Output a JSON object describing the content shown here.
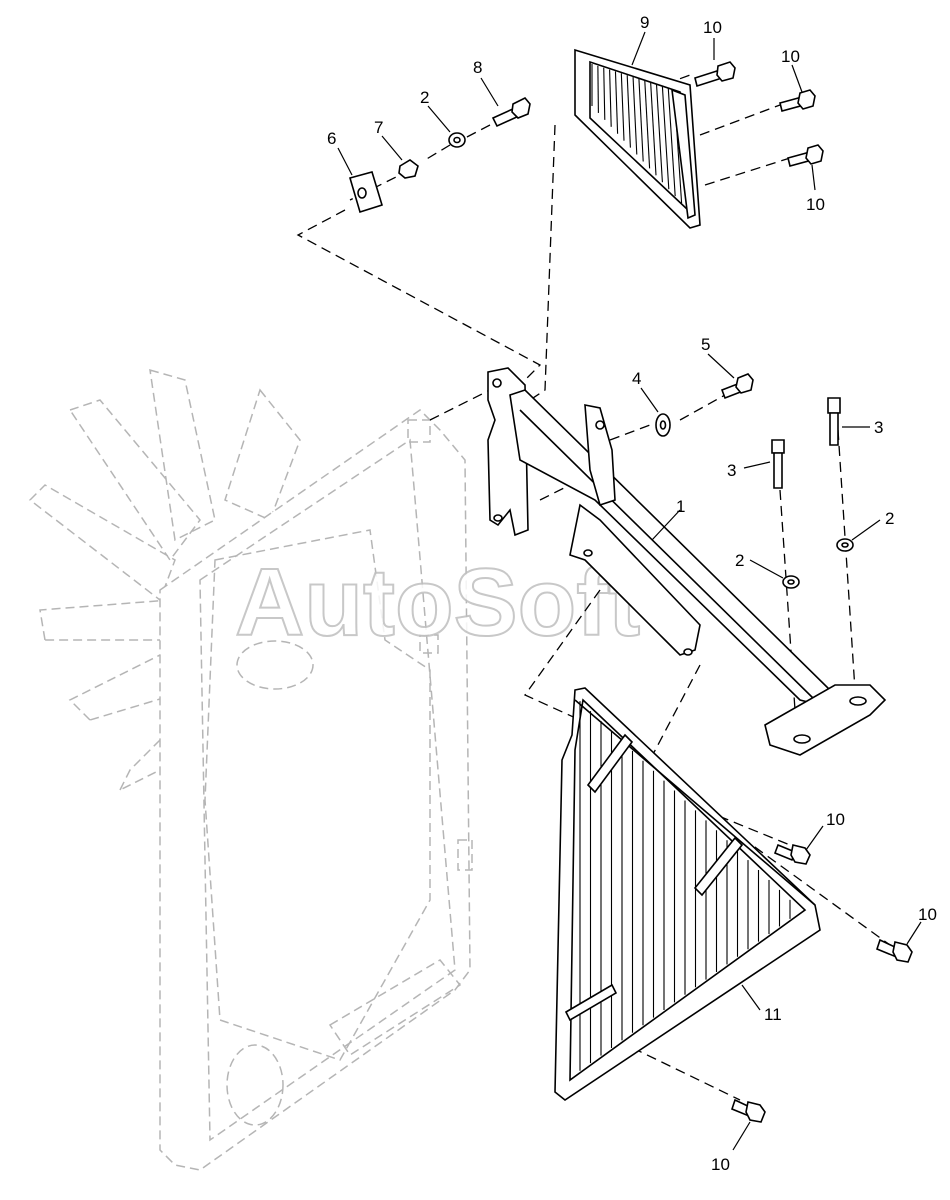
{
  "watermark": "AutoSoft",
  "callouts": [
    {
      "id": "c1",
      "label": "1"
    },
    {
      "id": "c2a",
      "label": "2"
    },
    {
      "id": "c2b",
      "label": "2"
    },
    {
      "id": "c2c",
      "label": "2"
    },
    {
      "id": "c3a",
      "label": "3"
    },
    {
      "id": "c3b",
      "label": "3"
    },
    {
      "id": "c4",
      "label": "4"
    },
    {
      "id": "c5",
      "label": "5"
    },
    {
      "id": "c6",
      "label": "6"
    },
    {
      "id": "c7",
      "label": "7"
    },
    {
      "id": "c8",
      "label": "8"
    },
    {
      "id": "c9",
      "label": "9"
    },
    {
      "id": "c10a",
      "label": "10"
    },
    {
      "id": "c10b",
      "label": "10"
    },
    {
      "id": "c10c",
      "label": "10"
    },
    {
      "id": "c10d",
      "label": "10"
    },
    {
      "id": "c10e",
      "label": "10"
    },
    {
      "id": "c10f",
      "label": "10"
    },
    {
      "id": "c11",
      "label": "11"
    }
  ]
}
